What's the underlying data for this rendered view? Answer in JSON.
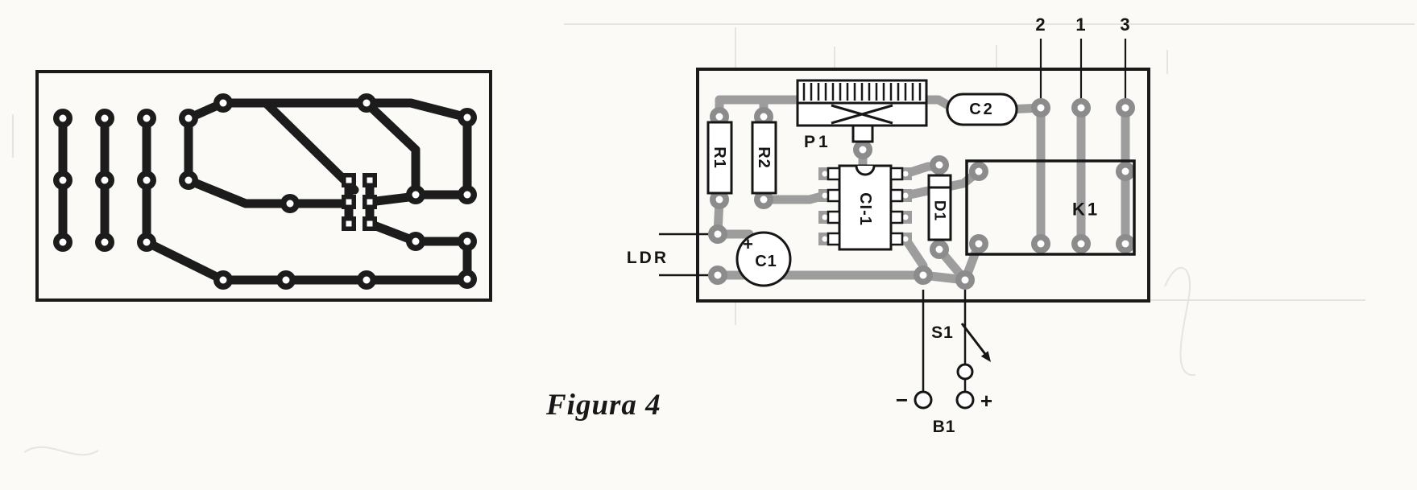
{
  "figure": {
    "caption": "Figura 4"
  },
  "colors": {
    "copper_trace": "#1c1c1c",
    "overlay_trace": "#9d9d9d",
    "pad_gray": "#8c8c8c",
    "board_outline": "#1a1a1a",
    "paper": "#fbfaf7"
  },
  "components": {
    "ldr": "LDR",
    "r1": "R1",
    "r2": "R2",
    "p1": "P1",
    "c1": "C1",
    "c1_polarity": "+",
    "c2": "C2",
    "ci1": "CI-1",
    "d1": "D1",
    "k1": "K1"
  },
  "terminals": {
    "t2": "2",
    "t1": "1",
    "t3": "3",
    "s1": "S1",
    "b1": "B1",
    "minus": "−",
    "plus": "+"
  }
}
